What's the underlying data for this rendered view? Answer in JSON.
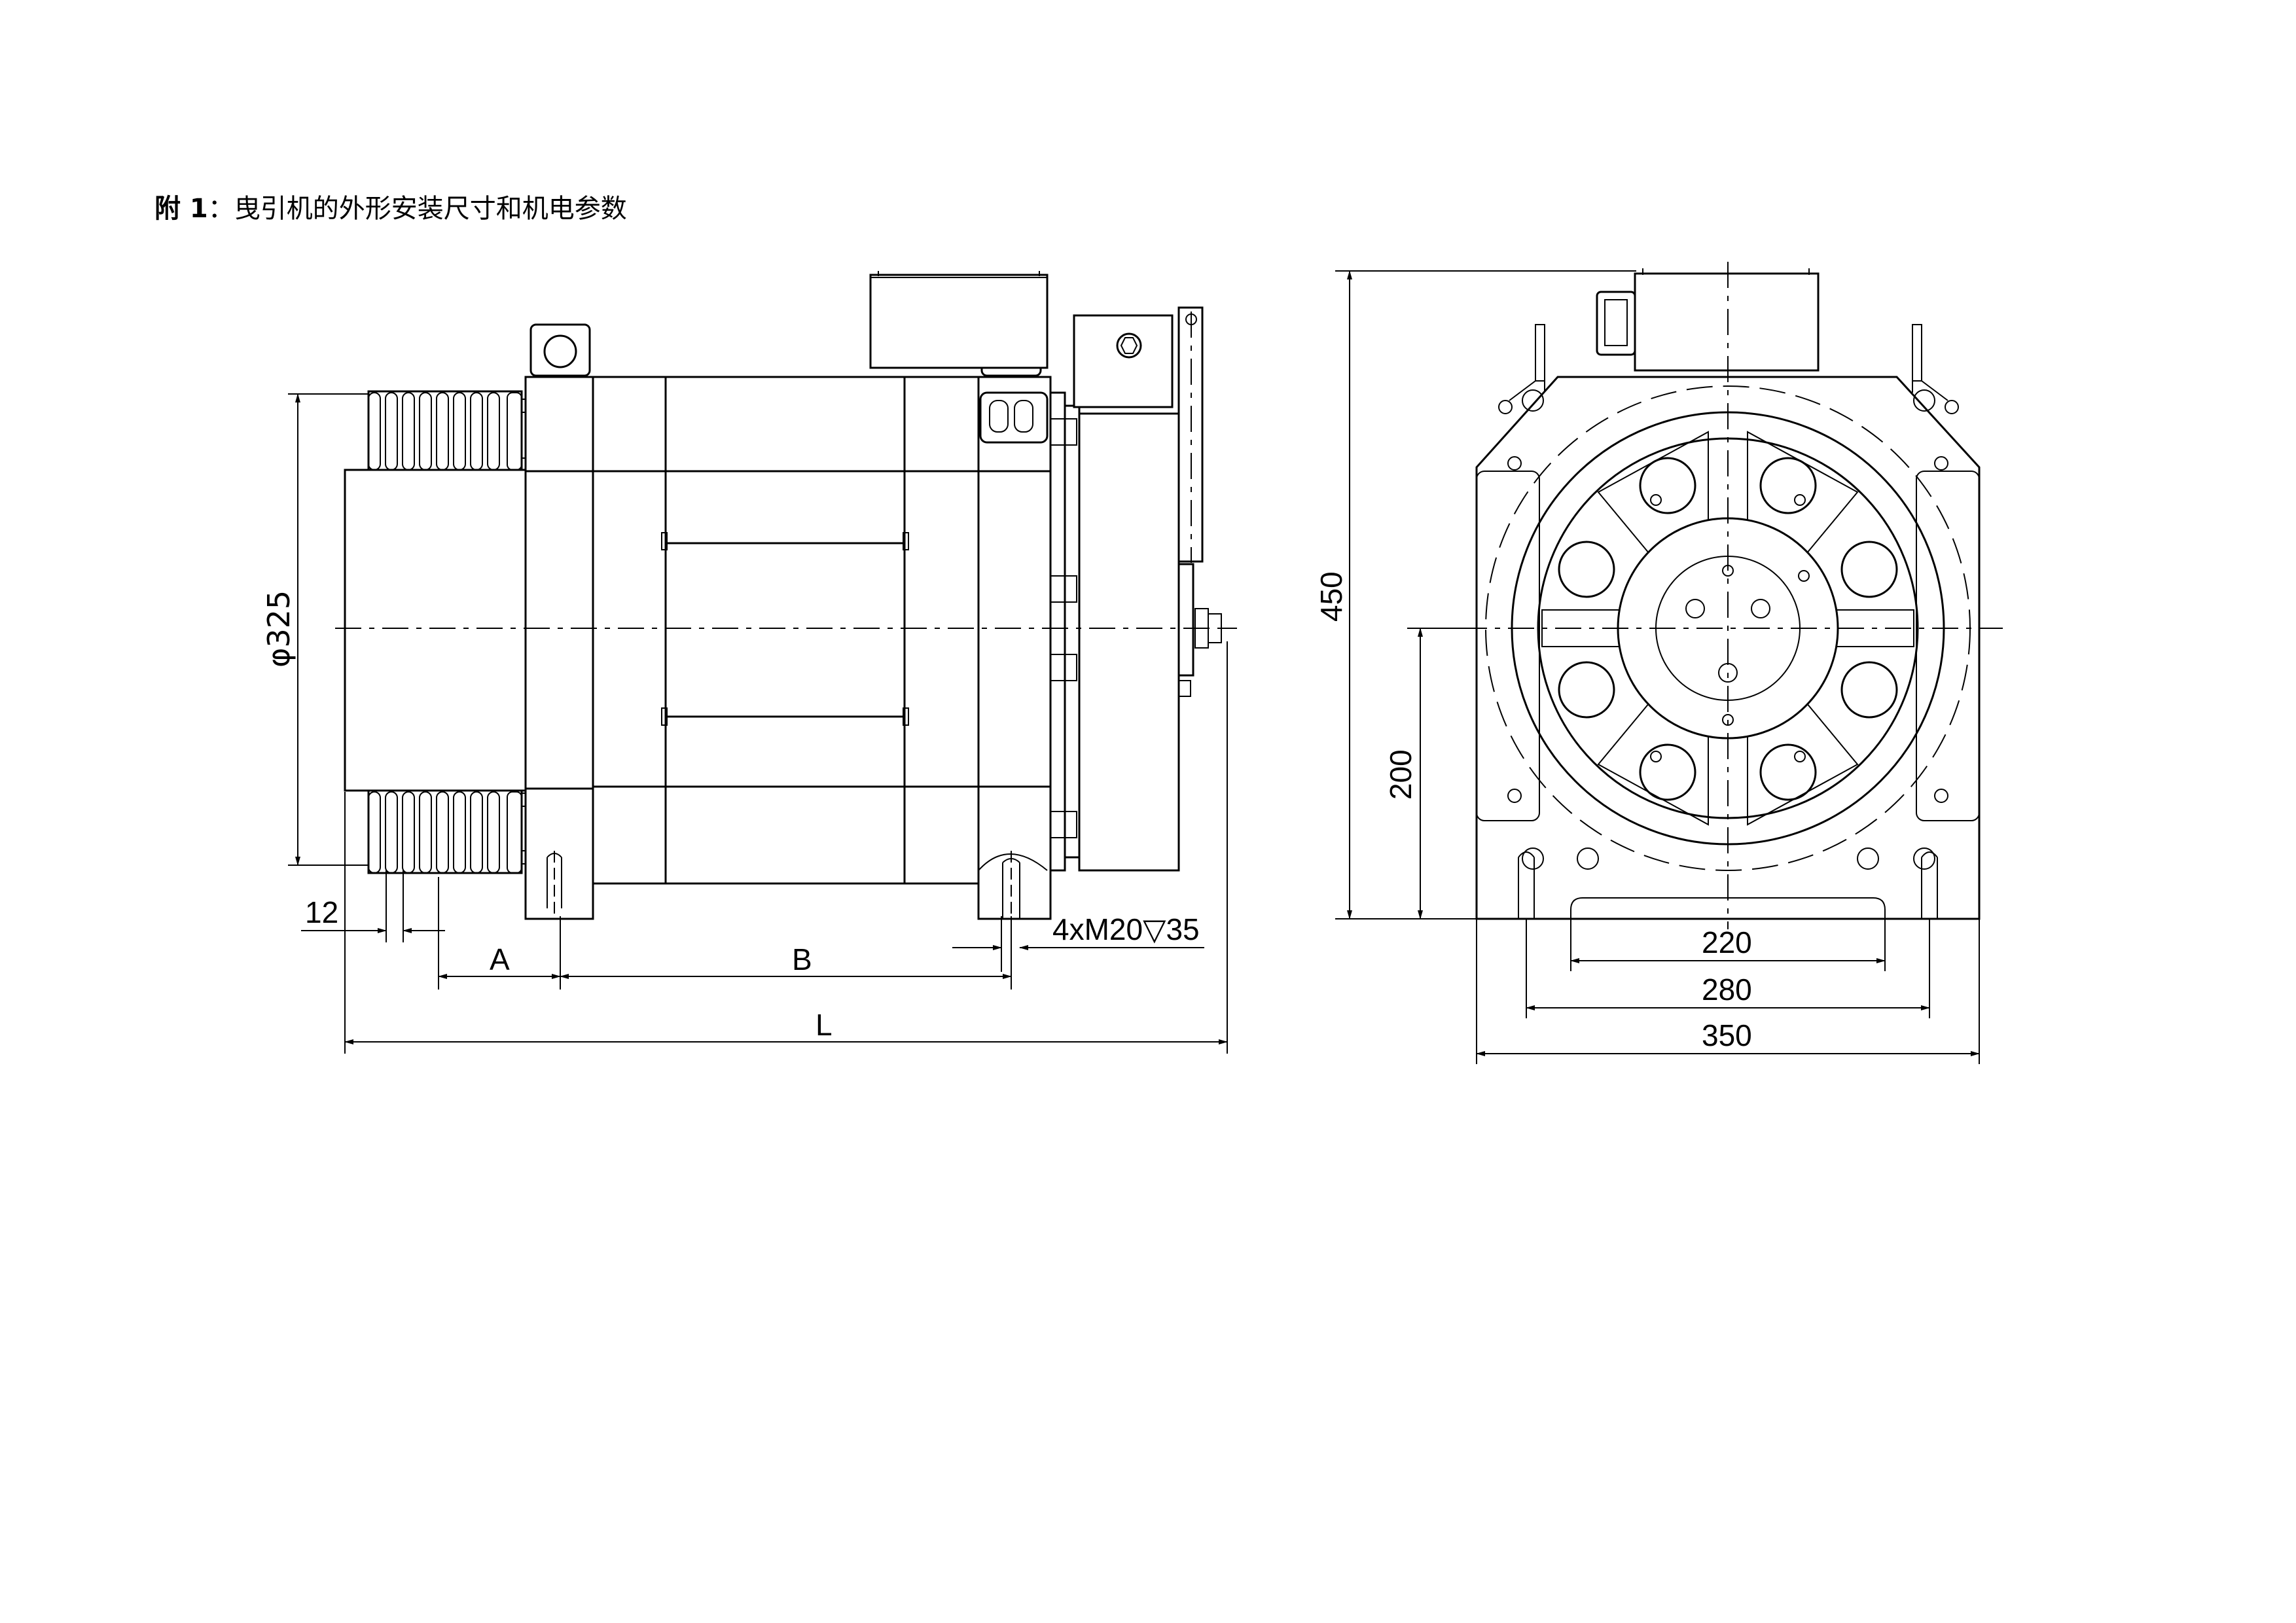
{
  "caption": {
    "lead": "附 1",
    "rest": "：曳引机的外形安装尺寸和机电参数"
  },
  "side_view": {
    "dim_sheave_diameter": "φ325",
    "dim_groove_pitch": "12",
    "dim_a": "A",
    "dim_b": "B",
    "dim_overall_length": "L",
    "bolt_note": "4xM20▽35"
  },
  "front_view": {
    "dim_height": "450",
    "dim_axis_height": "200",
    "dim_base_220": "220",
    "dim_base_280": "280",
    "dim_width_350": "350"
  }
}
